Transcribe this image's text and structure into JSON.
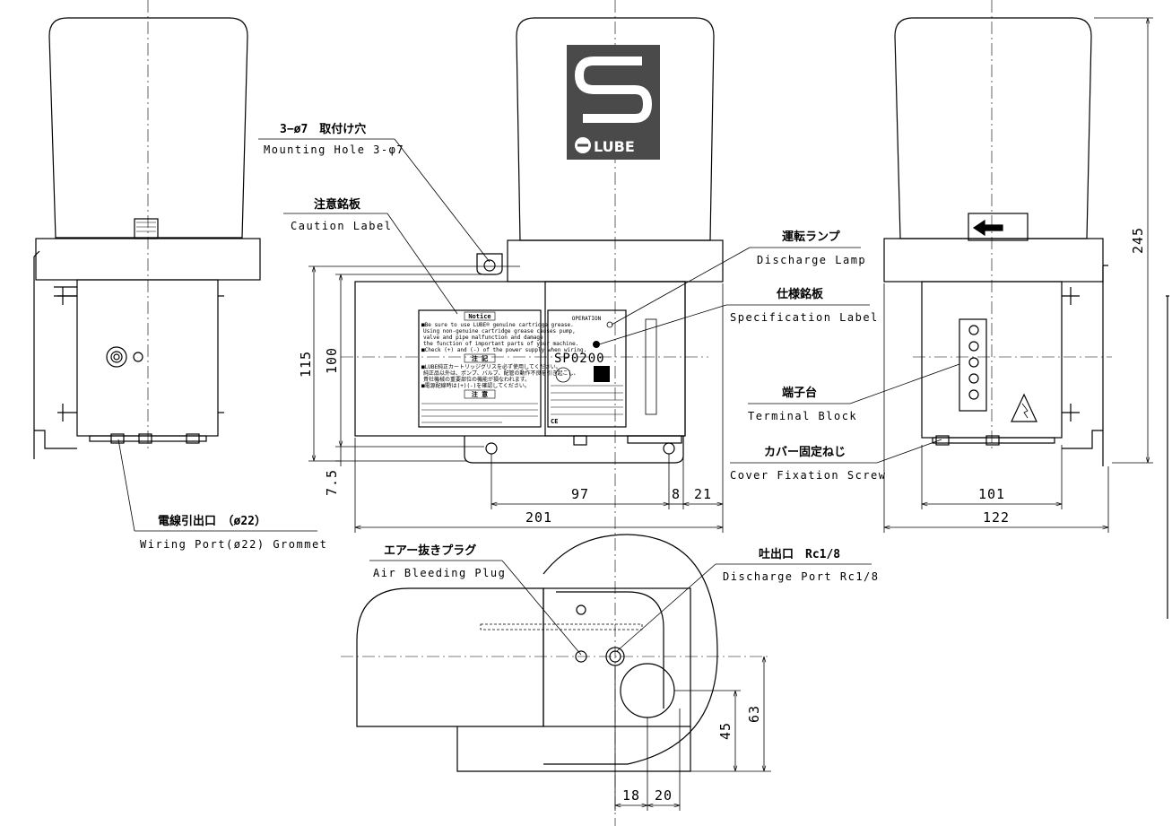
{
  "callouts": {
    "mounting_hole": {
      "jp": "3−ø7　取付け穴",
      "en": "Mounting Hole 3-φ7"
    },
    "caution_label": {
      "jp": "注意銘板",
      "en": "Caution Label"
    },
    "discharge_lamp": {
      "jp": "運転ランプ",
      "en": "Discharge Lamp"
    },
    "spec_label": {
      "jp": "仕様銘板",
      "en": "Specification Label"
    },
    "terminal_block": {
      "jp": "端子台",
      "en": "Terminal Block"
    },
    "cover_screw": {
      "jp": "カバー固定ねじ",
      "en": "Cover Fixation Screw"
    },
    "wiring_port": {
      "jp": "電線引出口　（ø22）",
      "en": "Wiring Port(ø22)  Grommet"
    },
    "air_bleeding": {
      "jp": "エアー抜きプラグ",
      "en": "Air Bleeding Plug"
    },
    "discharge_port": {
      "jp": "吐出口　Rc1/8",
      "en": "Discharge Port Rc1/8"
    }
  },
  "dimensions": {
    "d115": "115",
    "d100": "100",
    "d7_5": "7.5",
    "d97": "97",
    "d8": "8",
    "d21": "21",
    "d201": "201",
    "d101": "101",
    "d122": "122",
    "d245": "245",
    "d45": "45",
    "d63": "63",
    "d18": "18",
    "d20": "20"
  },
  "logo": {
    "brand": "LUBE"
  },
  "spec_plate": {
    "operation": "OPERATION",
    "model": "SP0200",
    "ce": "CE"
  },
  "caution_plate": {
    "notice": "Notice",
    "attention_jp": "注 記",
    "warning_jp": "注 意",
    "line1": "■Be sure to use LUBE® genuine cartridge grease.",
    "line2": "Using non-genuine cartridge grease causes pump,",
    "line3": "valve and pipe malfunction and damage",
    "line4": "the function of important parts of your machine.",
    "line5": "■Check (+) and (-) of the power supply when wiring.",
    "line6": "■LUBE純正カートリッジグリスを必ず使用してください。",
    "line7": "純正品以外は、ポンプ、バルブ、配管の動作不良を引き起こし、",
    "line8": "貴社機械の重要部位の機能が損なわれます。",
    "line9": "■電源配線時は(+)(-)を確認してください。"
  },
  "colors": {
    "line": "#000000",
    "logo_bg": "#4a4a4a",
    "background": "#ffffff"
  }
}
